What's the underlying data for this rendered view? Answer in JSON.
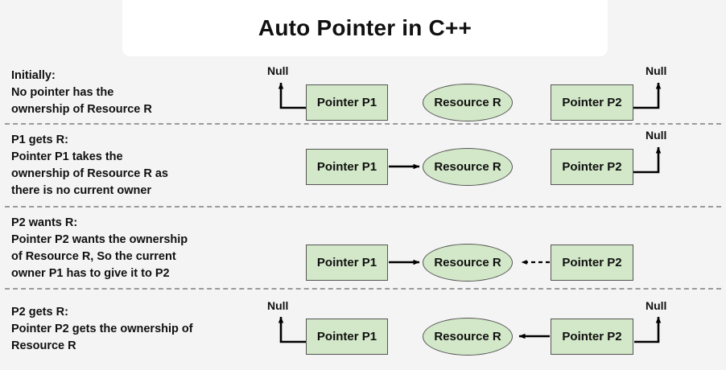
{
  "title": "Auto Pointer in C++",
  "labels": {
    "null": "Null",
    "pointer_p1": "Pointer P1",
    "pointer_p2": "Pointer P2",
    "resource_r": "Resource R"
  },
  "colors": {
    "background": "#f4f4f4",
    "title_card": "#ffffff",
    "node_fill": "#d2e8c8",
    "node_stroke": "#555555",
    "text": "#101010",
    "separator": "#9a9a9a",
    "arrow": "#000000"
  },
  "rows": [
    {
      "id": "initially",
      "heading": "Initially:",
      "description": "Initially:\nNo pointer has the\nownership of Resource R",
      "p1_label": "Pointer P1",
      "p2_label": "Pointer P2",
      "resource_label": "Resource R",
      "p1_null_label": "Null",
      "p2_null_label": "Null",
      "p1_points_to": "Null",
      "p2_points_to": "Null",
      "arrow_style": "none"
    },
    {
      "id": "p1-gets-r",
      "heading": "P1 gets R:",
      "description": "P1 gets R:\nPointer P1 takes the\nownership of Resource R as\nthere is no current owner",
      "p1_label": "Pointer P1",
      "p2_label": "Pointer P2",
      "resource_label": "Resource R",
      "p2_null_label": "Null",
      "p1_points_to": "Resource R",
      "p2_points_to": "Null",
      "arrow_style": "solid-right"
    },
    {
      "id": "p2-wants-r",
      "heading": "P2 wants R:",
      "description": "P2 wants R:\nPointer P2 wants the ownership\nof Resource R, So the current\nowner P1 has to give it to P2",
      "p1_label": "Pointer P1",
      "p2_label": "Pointer P2",
      "resource_label": "Resource R",
      "p1_points_to": "Resource R",
      "p2_points_to": "Resource R",
      "arrow_style": "solid-right + dashed-left"
    },
    {
      "id": "p2-gets-r",
      "heading": "P2 gets R:",
      "description": "P2 gets R:\nPointer P2 gets the ownership of\nResource R",
      "p1_label": "Pointer P1",
      "p2_label": "Pointer P2",
      "resource_label": "Resource R",
      "p1_null_label": "Null",
      "p2_null_label": "Null",
      "p1_points_to": "Null",
      "p2_points_to": "Resource R",
      "arrow_style": "solid-left"
    }
  ]
}
